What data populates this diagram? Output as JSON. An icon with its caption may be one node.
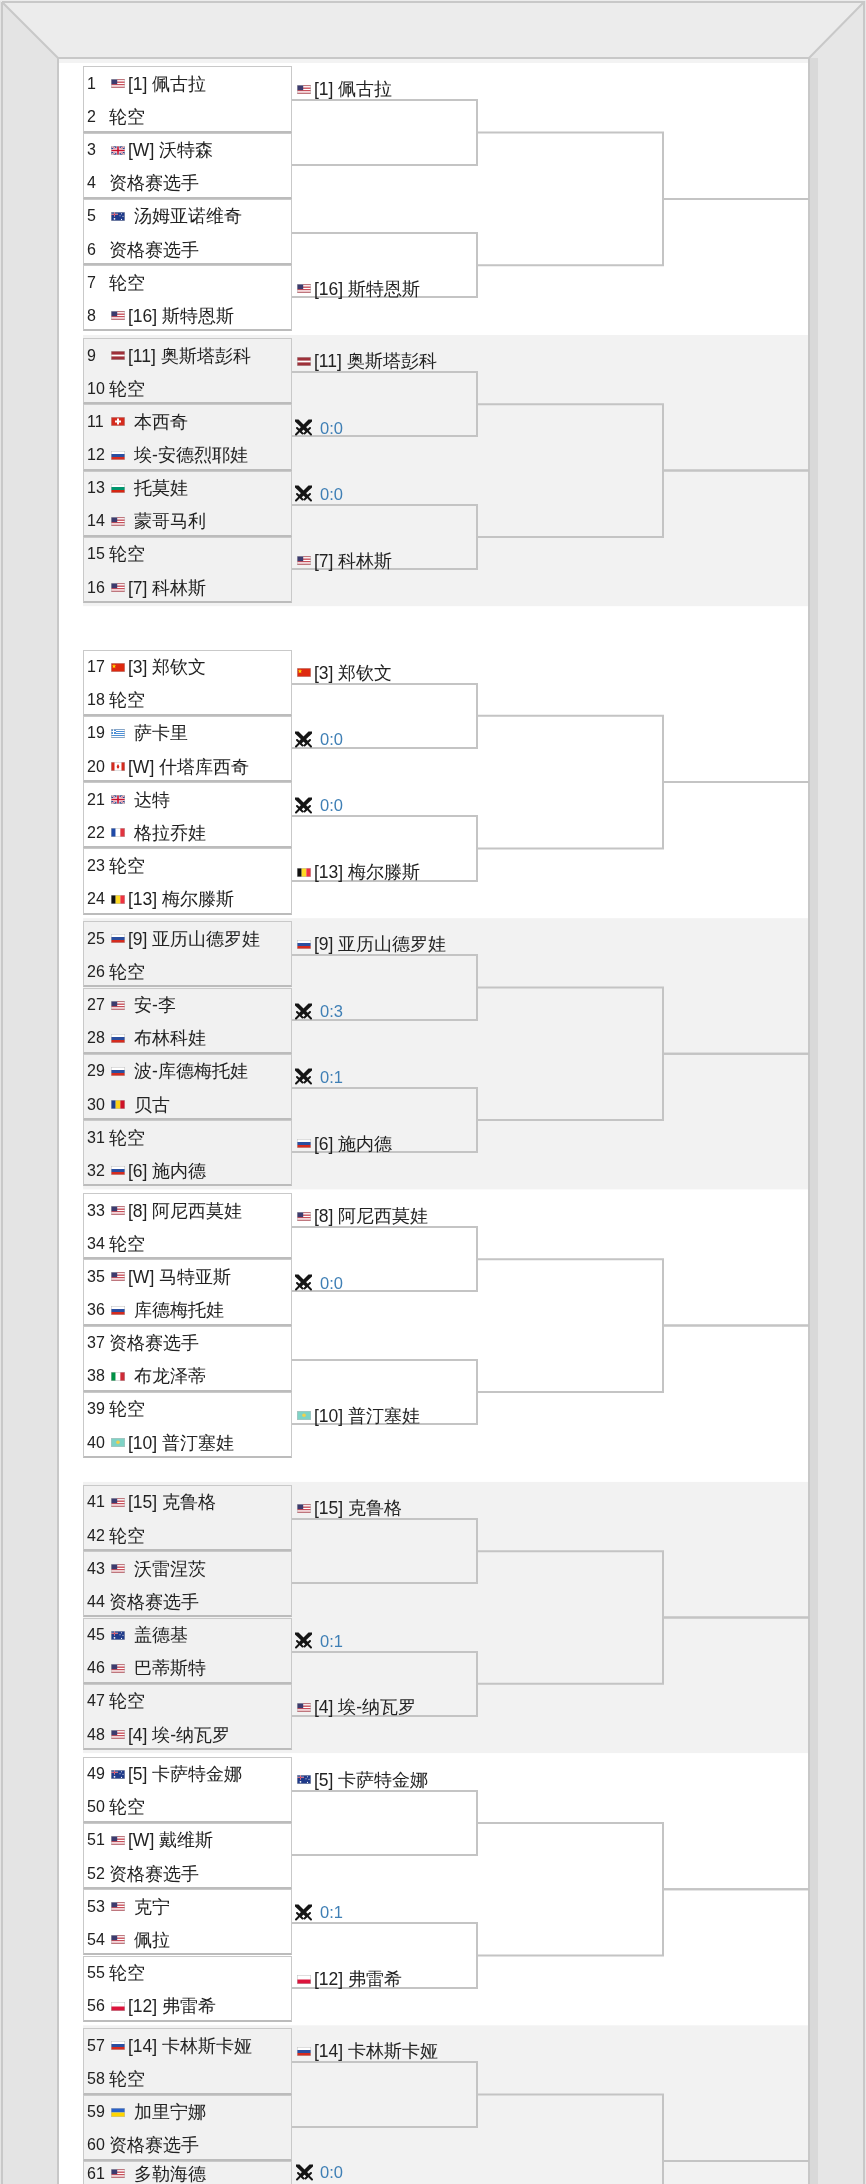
{
  "diagram": {
    "nodes": [
      {
        "text": [
          "1",
          "[1] 佩古拉",
          "2",
          "轮空"
        ]
      },
      {
        "text": [
          "3",
          "[W] 沃特森",
          "4",
          "资格赛选手"
        ]
      },
      {
        "text": [
          "5",
          "汤姆亚诺维奇",
          "6",
          "资格赛选手"
        ]
      },
      {
        "text": [
          "7",
          "轮空",
          "8",
          "[16] 斯特恩斯"
        ]
      },
      {
        "text": [
          "9",
          "[11] 奥斯塔彭科",
          "10",
          "轮空"
        ]
      },
      {
        "text": [
          "11",
          "本西奇",
          "12",
          "埃-安德烈耶娃"
        ]
      },
      {
        "text": [
          "13",
          "托莫娃",
          "14",
          "蒙哥马利"
        ]
      },
      {
        "text": [
          "15",
          "轮空",
          "16",
          "[7] 科林斯"
        ]
      },
      {
        "text": [
          "17",
          "[3] 郑钦文",
          "18",
          "轮空"
        ]
      },
      {
        "text": [
          "19",
          "萨卡里",
          "20",
          "[W] 什塔库西奇"
        ]
      },
      {
        "text": [
          "21",
          "达特",
          "22",
          "格拉乔娃"
        ]
      },
      {
        "text": [
          "23",
          "轮空",
          "24",
          "[13] 梅尔滕斯"
        ]
      },
      {
        "text": [
          "25",
          "[9] 亚历山德罗娃",
          "26",
          "轮空"
        ]
      },
      {
        "text": [
          "27",
          "安-李",
          "28",
          "布林科娃"
        ]
      },
      {
        "text": [
          "29",
          "波-库德梅托娃",
          "30",
          "贝古"
        ]
      },
      {
        "text": [
          "31",
          "轮空",
          "32",
          "[6] 施内德"
        ]
      },
      {
        "text": [
          "33",
          "[8] 阿尼西莫娃",
          "34",
          "轮空"
        ]
      },
      {
        "text": [
          "35",
          "[W] 马特亚斯",
          "36",
          "库德梅托娃"
        ]
      },
      {
        "text": [
          "37",
          "资格赛选手",
          "38",
          "布龙泽蒂"
        ]
      },
      {
        "text": [
          "39",
          "轮空",
          "40",
          "[10] 普汀塞娃"
        ]
      },
      {
        "text": [
          "41",
          "[15] 克鲁格",
          "42",
          "轮空"
        ]
      },
      {
        "text": [
          "43",
          "沃雷涅茨",
          "44",
          "资格赛选手"
        ]
      },
      {
        "text": [
          "45",
          "盖德基",
          "46",
          "巴蒂斯特"
        ]
      },
      {
        "text": [
          "47",
          "轮空",
          "48",
          "[4] 埃-纳瓦罗"
        ]
      },
      {
        "text": [
          "49",
          "[5] 卡萨特金娜",
          "50",
          "轮空"
        ]
      },
      {
        "text": [
          "51",
          "[W] 戴维斯",
          "52",
          "资格赛选手"
        ]
      },
      {
        "text": [
          "53",
          "克宁",
          "54",
          "佩拉"
        ]
      },
      {
        "text": [
          "55",
          "轮空",
          "56",
          "[12] 弗雷希"
        ]
      },
      {
        "text": [
          "57",
          "[14] 卡林斯卡娅",
          "58",
          "轮空"
        ]
      },
      {
        "text": [
          "59",
          "加里宁娜",
          "60",
          "资格赛选手"
        ]
      },
      {
        "text": [
          "61",
          "多勒海德"
        ]
      },
      {
        "text": [
          "[1] 佩古拉"
        ]
      },
      {
        "text": [
          "[16] 斯特恩斯"
        ]
      },
      {
        "text": [
          "[11] 奥斯塔彭科",
          "0:0"
        ]
      },
      {
        "text": [
          "0:0",
          "[7] 科林斯"
        ]
      },
      {
        "text": [
          "[3] 郑钦文",
          "0:0"
        ]
      },
      {
        "text": [
          "0:0",
          "[13] 梅尔滕斯"
        ]
      },
      {
        "text": [
          "[9] 亚历山德罗娃",
          "0:3"
        ]
      },
      {
        "text": [
          "0:1",
          "[6] 施内德"
        ]
      },
      {
        "text": [
          "[8] 阿尼西莫娃",
          "0:0"
        ]
      },
      {
        "text": [
          "[10] 普汀塞娃"
        ]
      },
      {
        "text": [
          "[15] 克鲁格"
        ]
      },
      {
        "text": [
          "0:1",
          "[4] 埃-纳瓦罗"
        ]
      },
      {
        "text": [
          "[5] 卡萨特金娜"
        ]
      },
      {
        "text": [
          "0:1",
          "[12] 弗雷希"
        ]
      },
      {
        "text": [
          "[14] 卡林斯卡娅"
        ]
      }
    ],
    "edges": [
      {
        "from": 31,
        "to": null,
        "arrow": "none"
      },
      {
        "from": 32,
        "to": null,
        "arrow": "none"
      },
      {
        "from": 33,
        "to": null,
        "arrow": "none"
      },
      {
        "from": 34,
        "to": null,
        "arrow": "none"
      },
      {
        "from": 35,
        "to": null,
        "arrow": "none"
      },
      {
        "from": 36,
        "to": null,
        "arrow": "none"
      },
      {
        "from": 37,
        "to": null,
        "arrow": "none"
      },
      {
        "from": 38,
        "to": null,
        "arrow": "none"
      },
      {
        "from": 39,
        "to": null,
        "arrow": "none"
      },
      {
        "from": 40,
        "to": null,
        "arrow": "none"
      },
      {
        "from": 41,
        "to": null,
        "arrow": "none"
      },
      {
        "from": 42,
        "to": null,
        "arrow": "none"
      },
      {
        "from": 43,
        "to": null,
        "arrow": "none"
      },
      {
        "from": 44,
        "to": null,
        "arrow": "none"
      },
      {
        "from": 45,
        "to": null,
        "arrow": "none"
      }
    ],
    "labels": [
      "0:0"
    ]
  }
}
